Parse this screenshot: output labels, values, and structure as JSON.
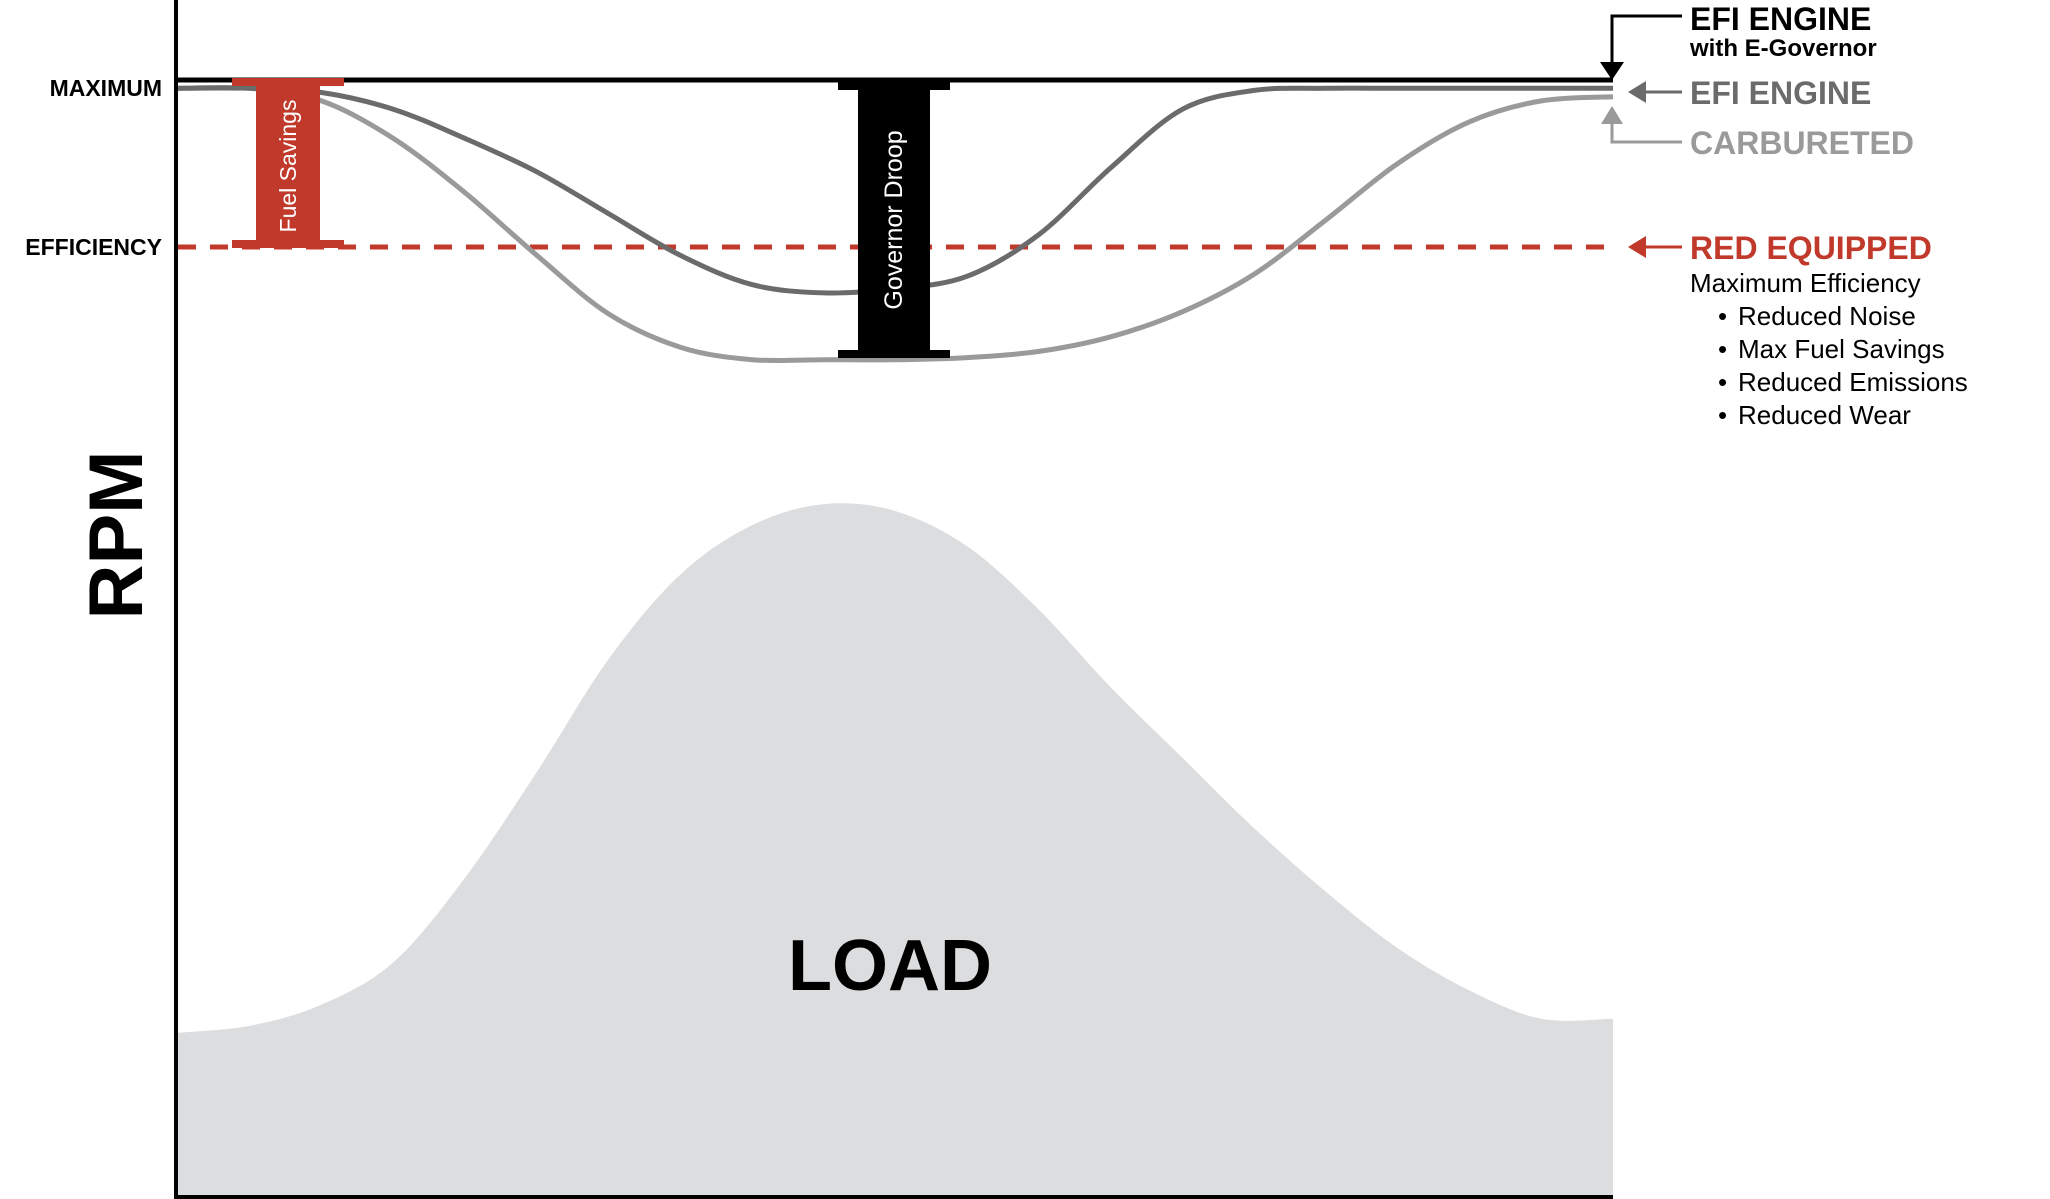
{
  "chart_data": {
    "type": "line",
    "ylabel": "RPM",
    "y_levels": [
      {
        "label": "MAXIMUM",
        "value": 100
      },
      {
        "label": "EFFICIENCY",
        "value": 60
      }
    ],
    "ylim": [
      0,
      100
    ],
    "x": [
      0,
      5,
      10,
      15,
      20,
      25,
      30,
      35,
      40,
      45,
      50,
      55,
      60,
      65,
      70,
      75,
      80,
      85,
      90,
      95,
      100
    ],
    "series": [
      {
        "name": "EFI ENGINE",
        "subtitle": "with E-Governor",
        "color": "#000000",
        "values": [
          100,
          100,
          100,
          100,
          100,
          100,
          100,
          100,
          100,
          100,
          100,
          100,
          100,
          100,
          100,
          100,
          100,
          100,
          100,
          100,
          100
        ]
      },
      {
        "name": "EFI ENGINE",
        "color": "#6b6b6b",
        "values": [
          98,
          98,
          97,
          93,
          86,
          78,
          68,
          58,
          51,
          49,
          50,
          53,
          63,
          79,
          93,
          97.5,
          98,
          98,
          98,
          98,
          98
        ]
      },
      {
        "name": "CARBURETED",
        "color": "#9a9a9a",
        "values": [
          98,
          98,
          95,
          86,
          73,
          58,
          44,
          36,
          33,
          33,
          33,
          33.5,
          35,
          38.5,
          44.5,
          53.5,
          66.5,
          80,
          90,
          95,
          96
        ]
      },
      {
        "name": "RED EQUIPPED",
        "color": "#c0392b",
        "values": [
          60,
          60
        ]
      }
    ],
    "load": {
      "label": "LOAD",
      "color": "#dcdddf",
      "values": [
        23,
        24,
        27,
        33,
        45,
        60,
        76,
        88,
        95,
        98,
        97,
        92,
        83,
        72,
        62,
        52,
        43,
        35,
        29,
        25,
        25
      ]
    },
    "annotations": {
      "fuel_savings": "Fuel Savings",
      "governor_droop": "Governor Droop"
    },
    "red_equipped_benefits": {
      "heading": "Maximum Efficiency",
      "items": [
        "Reduced Noise",
        "Max Fuel Savings",
        "Reduced Emissions",
        "Reduced Wear"
      ]
    },
    "colors": {
      "red": "#c0392b",
      "dark_gray": "#6b6b6b",
      "light_gray": "#9a9a9a",
      "load_gray": "#dcdddf"
    }
  }
}
